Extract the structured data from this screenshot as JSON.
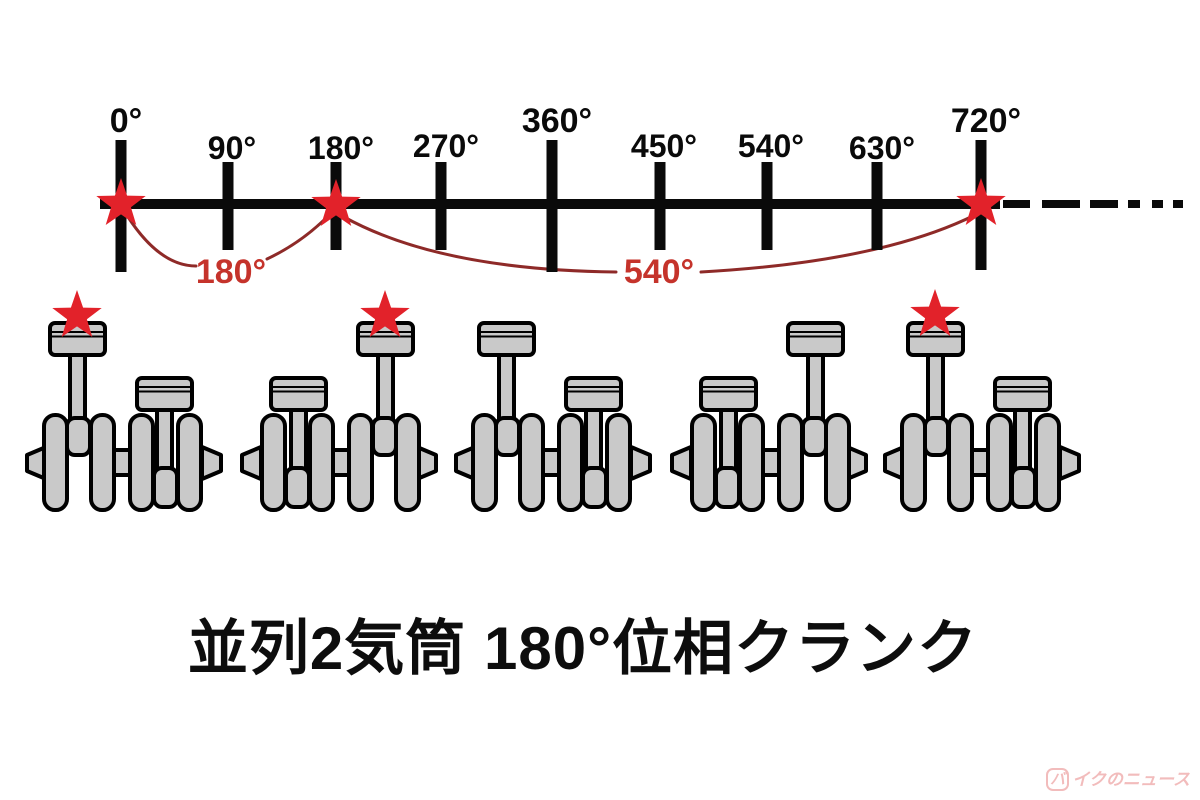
{
  "title": "並列2気筒 180°位相クランク",
  "watermark": {
    "boxed_char": "バ",
    "text": "イクのニュース"
  },
  "colors": {
    "star_red": "#e2222a",
    "interval_label_red": "#c5332b",
    "interval_line_red": "#8e2a28",
    "metal_gray": "#c9c9c9",
    "line_black": "#0a0a0a"
  },
  "timeline": {
    "description": "Crank angle axis; stars mark firing (ignition) points",
    "ticks": [
      {
        "label": "0°",
        "major": true,
        "star": true
      },
      {
        "label": "90°",
        "major": false,
        "star": false
      },
      {
        "label": "180°",
        "major": false,
        "star": true
      },
      {
        "label": "270°",
        "major": false,
        "star": false
      },
      {
        "label": "360°",
        "major": true,
        "star": false
      },
      {
        "label": "450°",
        "major": false,
        "star": false
      },
      {
        "label": "540°",
        "major": false,
        "star": false
      },
      {
        "label": "630°",
        "major": false,
        "star": false
      },
      {
        "label": "720°",
        "major": true,
        "star": true
      }
    ],
    "intervals": [
      {
        "label": "180°",
        "from": "0°",
        "to": "180°"
      },
      {
        "label": "540°",
        "from": "180°",
        "to": "720°"
      }
    ]
  },
  "cranks": [
    {
      "angle": "0°",
      "left_piston": "TDC",
      "right_piston": "BDC",
      "firing_star": "left"
    },
    {
      "angle": "180°",
      "left_piston": "BDC",
      "right_piston": "TDC",
      "firing_star": "right"
    },
    {
      "angle": "360°",
      "left_piston": "TDC",
      "right_piston": "BDC",
      "firing_star": "none"
    },
    {
      "angle": "540°",
      "left_piston": "BDC",
      "right_piston": "TDC",
      "firing_star": "none"
    },
    {
      "angle": "720°",
      "left_piston": "TDC",
      "right_piston": "BDC",
      "firing_star": "left"
    }
  ]
}
